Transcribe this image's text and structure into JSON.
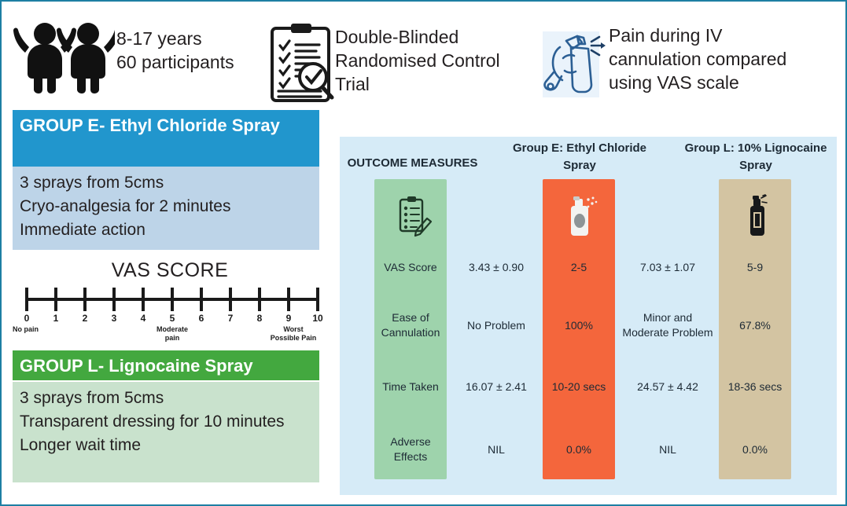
{
  "header": {
    "participants": {
      "icon": "children-icon",
      "line1": "8-17 years",
      "line2": "60 participants",
      "text": "8-17 years\n60 participants"
    },
    "design": {
      "icon": "clipboard-checklist-magnifier-icon",
      "text": "Double-Blinded\nRandomised Control\nTrial"
    },
    "objective": {
      "icon": "hand-spray-can-icon",
      "text": "Pain during IV\ncannulation compared\nusing VAS scale"
    }
  },
  "groups": [
    {
      "id": "group-e",
      "header": "GROUP E- Ethyl Chloride Spray",
      "body": "3 sprays from 5cms\nCryo-analgesia for 2 minutes\nImmediate action",
      "header_color": "#2196cd",
      "body_color": "#bdd4e8"
    },
    {
      "id": "group-l",
      "header": "GROUP L- Lignocaine Spray",
      "body": "3 sprays from 5cms\nTransparent dressing for 10 minutes\nLonger wait time",
      "header_color": "#43a83f",
      "body_color": "#c9e2cd"
    }
  ],
  "vas": {
    "title": "VAS SCORE",
    "ticks": [
      "0",
      "1",
      "2",
      "3",
      "4",
      "5",
      "6",
      "7",
      "8",
      "9",
      "10"
    ],
    "caption_left": "No pain",
    "caption_middle": "Moderate\npain",
    "caption_right": "Worst\nPossible Pain"
  },
  "results": {
    "background": "#d6ebf7",
    "columns": {
      "measures_title": "OUTCOME MEASURES",
      "group_e_title": "Group E: Ethyl Chloride\nSpray",
      "group_l_title": "Group L: 10% Lignocaine\nSpray",
      "measures_icon": "clipboard-pen-icon",
      "group_e_icon": "spray-can-light-icon",
      "group_l_icon": "spray-can-dark-icon",
      "measures_color": "#9ed3ac",
      "group_e_color": "#f4663c",
      "group_l_color": "#d3c4a2"
    },
    "rows": [
      {
        "measure": "VAS Score",
        "group_e_mean": "3.43 ± 0.90",
        "group_e_range": "2-5",
        "group_l_mean": "7.03 ± 1.07",
        "group_l_range": "5-9"
      },
      {
        "measure": "Ease of\nCannulation",
        "group_e_mean": "No Problem",
        "group_e_range": "100%",
        "group_l_mean": "Minor and\nModerate Problem",
        "group_l_range": "67.8%"
      },
      {
        "measure": "Time Taken",
        "group_e_mean": "16.07 ± 2.41",
        "group_e_range": "10-20 secs",
        "group_l_mean": "24.57 ± 4.42",
        "group_l_range": "18-36 secs"
      },
      {
        "measure": "Adverse Effects",
        "group_e_mean": "NIL",
        "group_e_range": "0.0%",
        "group_l_mean": "NIL",
        "group_l_range": "0.0%"
      }
    ]
  }
}
